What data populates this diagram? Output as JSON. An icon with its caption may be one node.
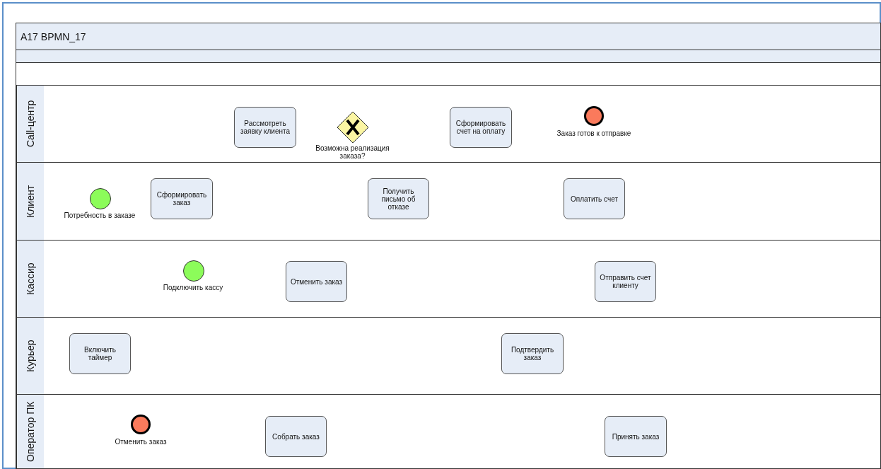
{
  "diagram": {
    "nodes": [
      {
        "text": [
          "A17 BPMN_17"
        ]
      },
      {
        "text": [
          "Call-центр"
        ],
        "in": 0
      },
      {
        "text": [
          "Рассмотреть заявку клиента"
        ],
        "in": 1
      },
      {
        "text": [
          "Возможна реализация заказа?"
        ],
        "in": 1
      },
      {
        "text": [
          "Сформировать счет на оплату"
        ],
        "in": 1
      },
      {
        "text": [
          "Заказ готов к отправке"
        ],
        "in": 1
      },
      {
        "text": [
          "Клиент"
        ],
        "in": 0
      },
      {
        "text": [
          "Потребность в заказе"
        ],
        "in": 6
      },
      {
        "text": [
          "Сформировать заказ"
        ],
        "in": 6
      },
      {
        "text": [
          "Получить письмо об отказе"
        ],
        "in": 6
      },
      {
        "text": [
          "Оплатить счет"
        ],
        "in": 6
      },
      {
        "text": [
          "Кассир"
        ],
        "in": 0
      },
      {
        "text": [
          "Подключить кассу"
        ],
        "in": 11
      },
      {
        "text": [
          "Отменить заказ"
        ],
        "in": 11
      },
      {
        "text": [
          "Отправить счет клиенту"
        ],
        "in": 11
      },
      {
        "text": [
          "Курьер"
        ],
        "in": 0
      },
      {
        "text": [
          "Включить таймер"
        ],
        "in": 15
      },
      {
        "text": [
          "Подтвердить заказ"
        ],
        "in": 15
      },
      {
        "text": [
          "Оператор ПК"
        ],
        "in": 0
      },
      {
        "text": [
          "Отменить заказ"
        ],
        "in": 18
      },
      {
        "text": [
          "Собрать заказ"
        ],
        "in": 18
      },
      {
        "text": [
          "Принять заказ"
        ],
        "in": 18
      }
    ]
  }
}
